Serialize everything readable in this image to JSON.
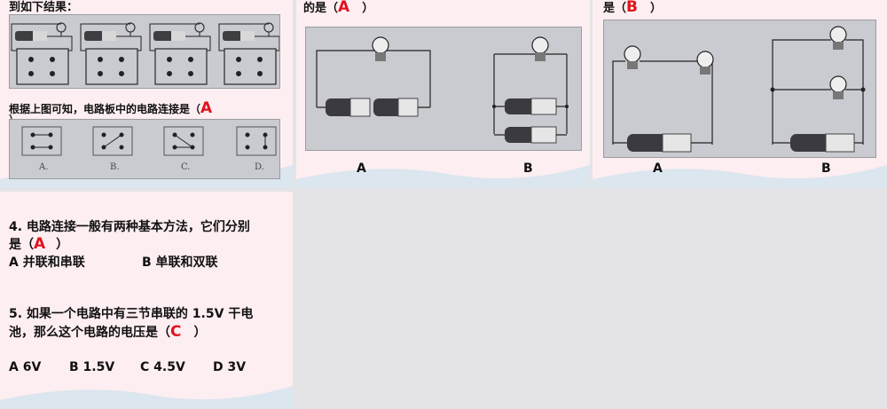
{
  "slide1": {
    "top_text": "到如下结果：",
    "mid_text": "根据上图可知，电路板中的电路连接是（",
    "mid_answer": "A",
    "mid_close": "）",
    "option_labels": [
      "A.",
      "B.",
      "C.",
      "D."
    ]
  },
  "slide2": {
    "top_text": "的是（",
    "top_answer": "A",
    "top_close": "）",
    "captions": [
      "A",
      "B"
    ]
  },
  "slide3": {
    "top_text": "是（",
    "top_answer": "B",
    "top_close": "）",
    "captions": [
      "A",
      "B"
    ]
  },
  "slide4": {
    "q4_line1": "4. 电路连接一般有两种基本方法，它们分别",
    "q4_line2_pre": "是（",
    "q4_answer": "A",
    "q4_line2_post": "）",
    "q4_opt_a": "A 并联和串联",
    "q4_opt_b": "B 单联和双联",
    "q5_line1": "5. 如果一个电路中有三节串联的 1.5V 干电",
    "q5_line2_pre": "池，那么这个电路的电压是（",
    "q5_answer": "C",
    "q5_line2_post": "）",
    "q5_opts": [
      "A 6V",
      "B 1.5V",
      "C 4.5V",
      "D 3V"
    ]
  }
}
